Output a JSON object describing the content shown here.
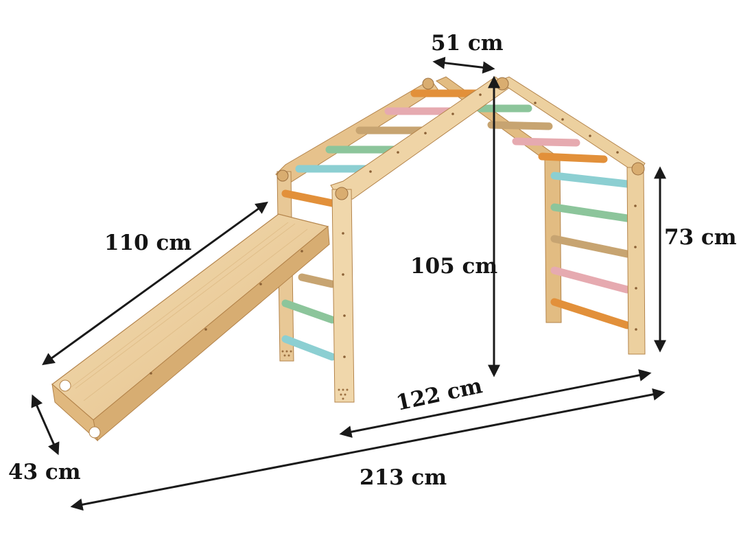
{
  "colors": {
    "wood_light": "#efd4a6",
    "wood_mid": "#e2bc82",
    "wood_dark": "#c99a5c",
    "wood_edge": "#b3834a",
    "rung_orange": "#e2903a",
    "rung_pink": "#e6aab0",
    "rung_tan": "#c7a471",
    "rung_green": "#8cc59b",
    "rung_blue": "#8ccfd2",
    "arrow": "#1a1a1a",
    "text": "#141414"
  },
  "dimensions": {
    "top_width": "51 cm",
    "height_total": "105 cm",
    "side_height": "73 cm",
    "slide_length": "110 cm",
    "slide_width": "43 cm",
    "frame_length": "122 cm",
    "total_length": "213 cm"
  }
}
